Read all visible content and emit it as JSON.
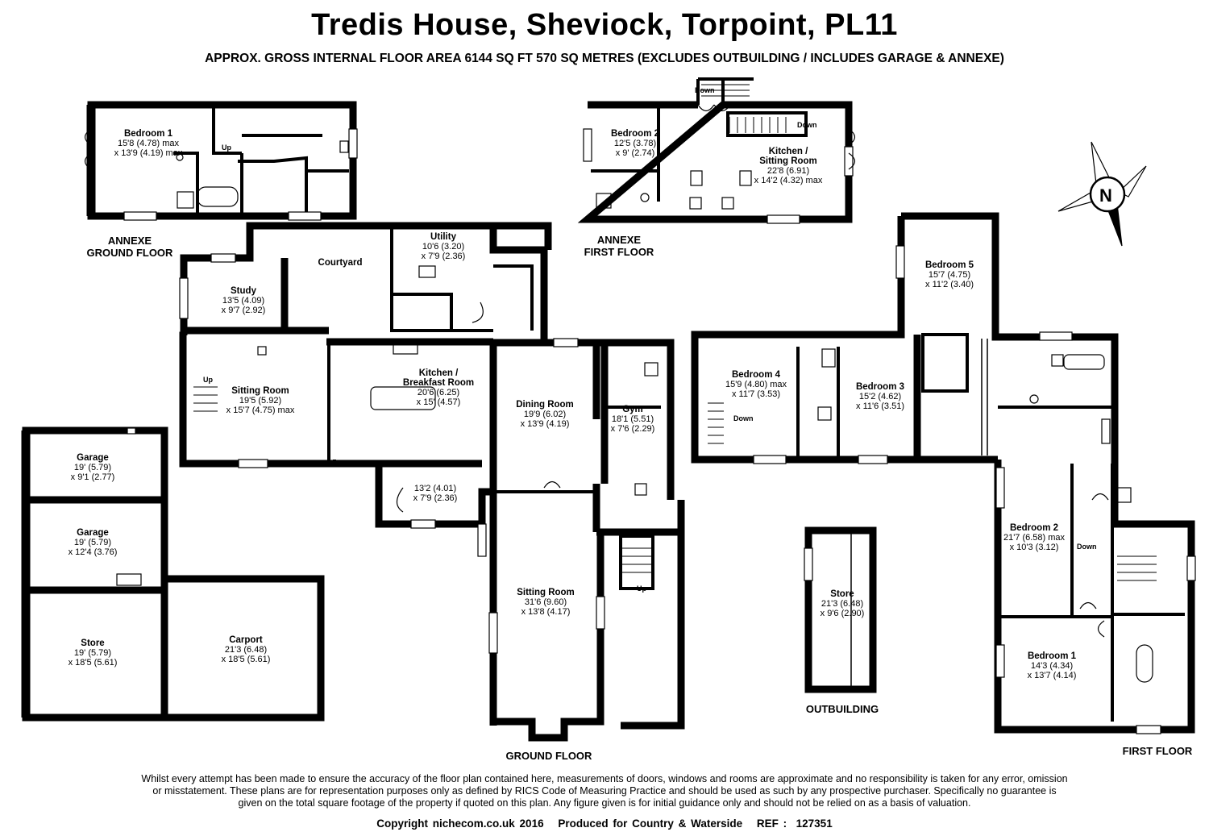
{
  "header": {
    "title": "Tredis House, Sheviock, Torpoint, PL11",
    "subtitle": "APPROX. GROSS INTERNAL FLOOR AREA 6144 SQ FT 570 SQ METRES (EXCLUDES OUTBUILDING / INCLUDES GARAGE & ANNEXE)"
  },
  "floor_labels": {
    "annexe_ground": "ANNEXE\nGROUND FLOOR",
    "annexe_first": "ANNEXE\nFIRST FLOOR",
    "ground": "GROUND FLOOR",
    "first": "FIRST FLOOR",
    "outbuilding": "OUTBUILDING"
  },
  "rooms": {
    "annexe_bedroom1": {
      "name": "Bedroom 1",
      "dim1": "15'8 (4.78) max",
      "dim2": "x 13'9 (4.19) max"
    },
    "annexe_bedroom2": {
      "name": "Bedroom 2",
      "dim1": "12'5 (3.78)",
      "dim2": "x 9' (2.74)"
    },
    "annexe_kitchen": {
      "name": "Kitchen /\nSitting Room",
      "dim1": "22'8 (6.91)",
      "dim2": "x 14'2 (4.32) max"
    },
    "courtyard": {
      "name": "Courtyard"
    },
    "utility": {
      "name": "Utility",
      "dim1": "10'6 (3.20)",
      "dim2": "x 7'9 (2.36)"
    },
    "study": {
      "name": "Study",
      "dim1": "13'5 (4.09)",
      "dim2": "x 9'7 (2.92)"
    },
    "sitting_room_1": {
      "name": "Sitting Room",
      "dim1": "19'5 (5.92)",
      "dim2": "x 15'7 (4.75) max"
    },
    "kitchen": {
      "name": "Kitchen /\nBreakfast Room",
      "dim1": "20'6 (6.25)",
      "dim2": "x 15' (4.57)"
    },
    "dining": {
      "name": "Dining Room",
      "dim1": "19'9 (6.02)",
      "dim2": "x 13'9 (4.19)"
    },
    "gym": {
      "name": "Gym",
      "dim1": "18'1 (5.51)",
      "dim2": "x 7'6 (2.29)"
    },
    "small_room": {
      "dim1": "13'2 (4.01)",
      "dim2": "x 7'9 (2.36)"
    },
    "sitting_room_2": {
      "name": "Sitting Room",
      "dim1": "31'6 (9.60)",
      "dim2": "x 13'8 (4.17)"
    },
    "garage1": {
      "name": "Garage",
      "dim1": "19' (5.79)",
      "dim2": "x 9'1 (2.77)"
    },
    "garage2": {
      "name": "Garage",
      "dim1": "19' (5.79)",
      "dim2": "x 12'4 (3.76)"
    },
    "store_ground": {
      "name": "Store",
      "dim1": "19' (5.79)",
      "dim2": "x 18'5 (5.61)"
    },
    "carport": {
      "name": "Carport",
      "dim1": "21'3 (6.48)",
      "dim2": "x 18'5 (5.61)"
    },
    "outbuilding_store": {
      "name": "Store",
      "dim1": "21'3 (6.48)",
      "dim2": "x 9'6 (2.90)"
    },
    "bedroom5": {
      "name": "Bedroom 5",
      "dim1": "15'7 (4.75)",
      "dim2": "x 11'2 (3.40)"
    },
    "bedroom4": {
      "name": "Bedroom 4",
      "dim1": "15'9 (4.80) max",
      "dim2": "x 11'7 (3.53)"
    },
    "bedroom3": {
      "name": "Bedroom 3",
      "dim1": "15'2 (4.62)",
      "dim2": "x 11'6 (3.51)"
    },
    "bedroom2": {
      "name": "Bedroom 2",
      "dim1": "21'7 (6.58) max",
      "dim2": "x 10'3 (3.12)"
    },
    "bedroom1": {
      "name": "Bedroom 1",
      "dim1": "14'3 (4.34)",
      "dim2": "x 13'7 (4.14)"
    }
  },
  "stair_labels": {
    "up": "Up",
    "down": "Down"
  },
  "compass": {
    "letter": "N"
  },
  "disclaimer": "Whilst every attempt has been made to ensure the accuracy of the floor plan contained here, measurements of doors, windows and rooms are approximate and no responsibility is taken for any error, omission or misstatement. These plans are for representation purposes only as defined by RICS Code of Measuring Practice and should be used as such by any prospective purchaser. Specifically no guarantee is given on the total square footage of the property if quoted on this plan. Any figure given is for initial guidance only and should not be relied on as a basis of valuation.",
  "footer": {
    "copyright": "Copyright nichecom.co.uk 2016",
    "produced": "Produced for Country & Waterside",
    "ref": "REF :  127351"
  }
}
